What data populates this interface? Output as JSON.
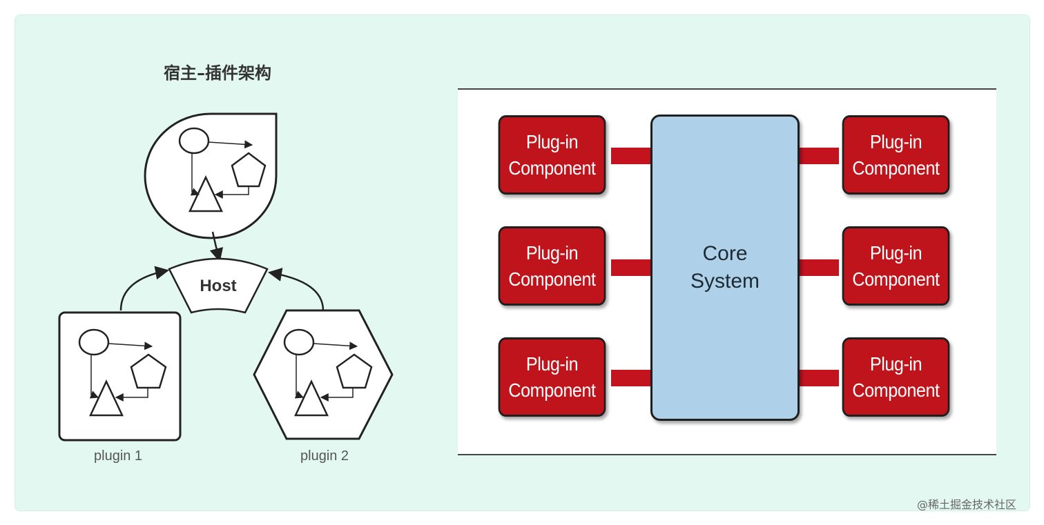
{
  "left_diagram": {
    "title": "宿主–插件架构",
    "host_label": "Host",
    "plugins": [
      {
        "label": "plugin 1"
      },
      {
        "label": "plugin 2"
      }
    ]
  },
  "right_diagram": {
    "core": {
      "line1": "Core",
      "line2": "System"
    },
    "plugin_components": [
      {
        "line1": "Plug-in",
        "line2": "Component"
      },
      {
        "line1": "Plug-in",
        "line2": "Component"
      },
      {
        "line1": "Plug-in",
        "line2": "Component"
      },
      {
        "line1": "Plug-in",
        "line2": "Component"
      },
      {
        "line1": "Plug-in",
        "line2": "Component"
      },
      {
        "line1": "Plug-in",
        "line2": "Component"
      }
    ],
    "colors": {
      "plugin_fill": "#c0141d",
      "core_fill": "#aed0e8",
      "connector": "#c3131f"
    }
  },
  "watermark": "@稀土掘金技术社区"
}
